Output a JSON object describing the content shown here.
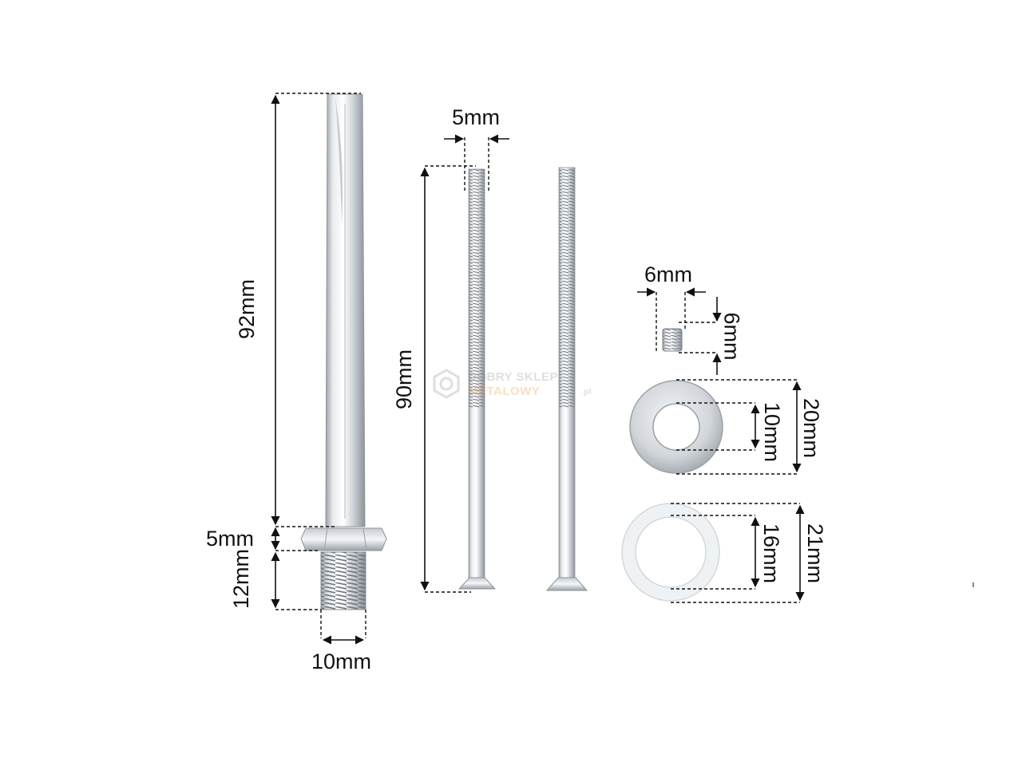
{
  "dimensions": {
    "spindle_length": "92mm",
    "spindle_collar": "5mm",
    "spindle_thread_length": "12mm",
    "spindle_thread_diameter": "10mm",
    "screw_diameter": "5mm",
    "screw_length": "90mm",
    "grub_screw_width": "6mm",
    "grub_screw_height": "6mm",
    "metal_washer_outer": "20mm",
    "metal_washer_inner": "10mm",
    "plastic_washer_outer": "21mm",
    "plastic_washer_inner": "16mm"
  },
  "watermark": {
    "line1": "DOBRY SKLEP",
    "line2": "METALOWY",
    "suffix": ".pl"
  },
  "colors": {
    "metal_light": "#f2f4f6",
    "metal_mid": "#c9cdd2",
    "metal_dark": "#8d939a",
    "washer_plastic": "#eef2f4",
    "watermark_orange": "#f5a25a",
    "watermark_grey": "#9a9a9a",
    "dimension_line": "#111111"
  }
}
